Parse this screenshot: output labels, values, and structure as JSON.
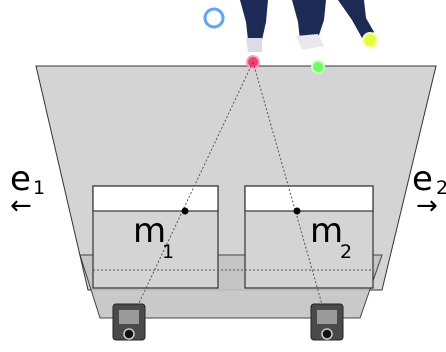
{
  "labels": {
    "e1": "e",
    "e1_sub": "1",
    "e2": "e",
    "e2_sub": "2",
    "m1": "m",
    "m1_sub": "1",
    "m2": "m",
    "m2_sub": "2",
    "arrow_left": "←",
    "arrow_right": "→"
  },
  "colors": {
    "frustum": "#d4d4d4",
    "outline": "#333333",
    "image_plane": "#ffffff",
    "marker_blue": "#5aa6ff",
    "marker_red": "#ff3b6b",
    "marker_green": "#6bff5a",
    "marker_yellow": "#e4ff3a",
    "clothing": "#1c2a55",
    "camera_body": "#4a4a4a"
  }
}
